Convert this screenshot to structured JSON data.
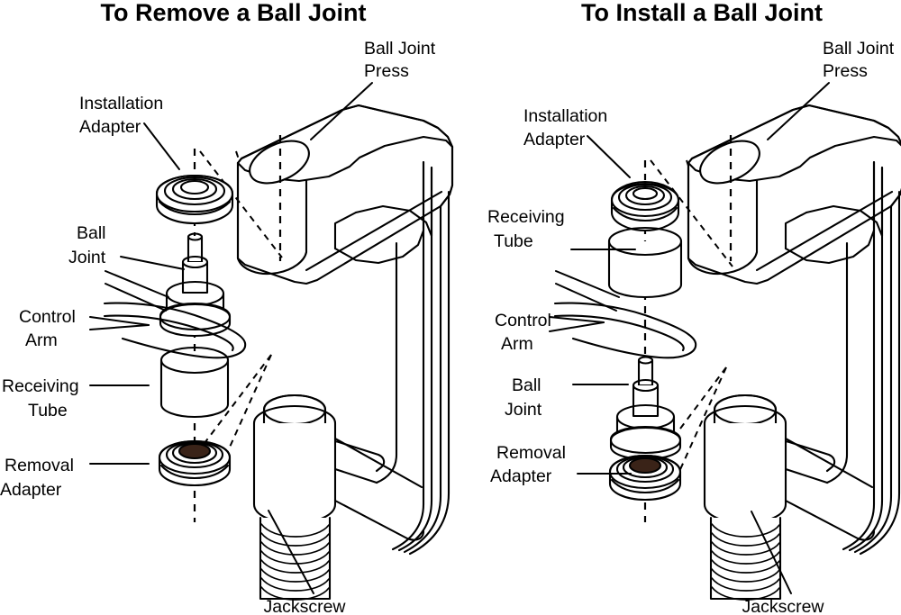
{
  "document": {
    "kind": "exploded-assembly-diagram",
    "background_color": "#ffffff",
    "line_color": "#000000",
    "accent_dark_color": "#3a2318"
  },
  "panels": [
    {
      "id": "remove",
      "title": "To Remove a Ball Joint",
      "labels": {
        "ball_joint_press_line1": "Ball Joint",
        "ball_joint_press_line2": "Press",
        "installation_adapter_line1": "Installation",
        "installation_adapter_line2": "Adapter",
        "ball_joint_line1": "Ball",
        "ball_joint_line2": "Joint",
        "control_arm_line1": "Control",
        "control_arm_line2": "Arm",
        "receiving_tube_line1": "Receiving",
        "receiving_tube_line2": "Tube",
        "removal_adapter_line1": "Removal",
        "removal_adapter_line2": "Adapter",
        "jackscrew": "Jackscrew"
      },
      "stack_order_top_to_bottom": [
        "Installation Adapter",
        "Ball Joint",
        "Control Arm",
        "Receiving Tube",
        "Removal Adapter",
        "Jackscrew"
      ]
    },
    {
      "id": "install",
      "title": "To Install a Ball Joint",
      "labels": {
        "ball_joint_press_line1": "Ball Joint",
        "ball_joint_press_line2": "Press",
        "installation_adapter_line1": "Installation",
        "installation_adapter_line2": "Adapter",
        "receiving_tube_line1": "Receiving",
        "receiving_tube_line2": "Tube",
        "control_arm_line1": "Control",
        "control_arm_line2": "Arm",
        "ball_joint_line1": "Ball",
        "ball_joint_line2": "Joint",
        "removal_adapter_line1": "Removal",
        "removal_adapter_line2": "Adapter",
        "jackscrew": "Jackscrew"
      },
      "stack_order_top_to_bottom": [
        "Installation Adapter",
        "Receiving Tube",
        "Control Arm",
        "Ball Joint",
        "Removal Adapter",
        "Jackscrew"
      ]
    }
  ]
}
